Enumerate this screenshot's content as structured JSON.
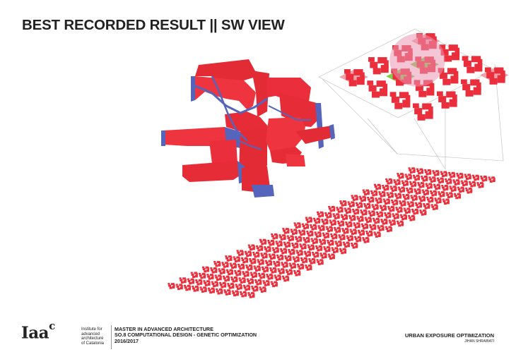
{
  "header": {
    "title": "BEST RECORDED RESULT || SW VIEW"
  },
  "colors": {
    "red": "#ea2e3b",
    "blue": "#5b6dbf",
    "green": "#84cc4a",
    "pink": "#e07ea0"
  },
  "footer": {
    "logo": "Iaac",
    "institute_lines": [
      "Institute for",
      "advanced",
      "architecture",
      "of Catalonia"
    ],
    "program_lines": [
      "MASTER IN ADVANCED ARCHITECTURE",
      "SO.8 COMPUTATIONAL DESIGN - GENETIC OPTIMIZATION",
      "2016/2017"
    ],
    "project_title": "URBAN EXPOSURE OPTIMIZATION",
    "author": "JIHAN SHRAIBATI"
  }
}
